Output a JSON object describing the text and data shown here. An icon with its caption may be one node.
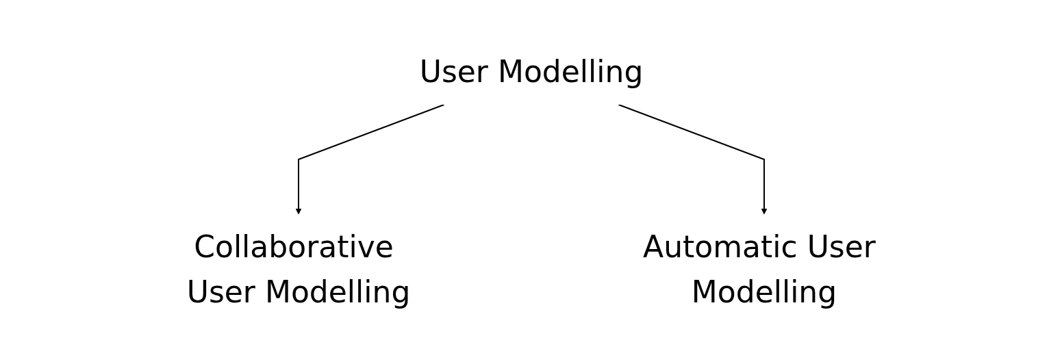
{
  "diagram": {
    "nodes": [
      {
        "text": [
          "User Modelling"
        ]
      },
      {
        "text": [
          "Collaborative User Modelling"
        ]
      },
      {
        "text": [
          "Automatic User Modelling"
        ]
      }
    ],
    "edges": [
      {
        "from": 0,
        "to": 1,
        "arrow": "to"
      },
      {
        "from": 0,
        "to": 2,
        "arrow": "to"
      }
    ]
  }
}
